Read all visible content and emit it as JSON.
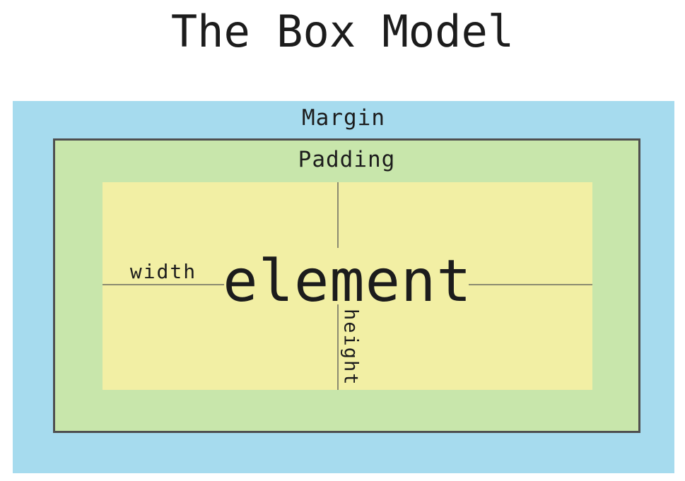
{
  "title": "The Box Model",
  "diagram": {
    "margin": {
      "label": "Margin"
    },
    "padding": {
      "label": "Padding"
    },
    "element": {
      "label": "element"
    },
    "width": {
      "label": "width"
    },
    "height": {
      "label": "height"
    }
  },
  "colors": {
    "page_bg": "#ffffff",
    "margin_bg": "#a6dbee",
    "padding_bg": "#c8e6ab",
    "element_bg": "#f2efa4",
    "padding_border": "#4f4f4f",
    "line": "#8b8b70",
    "text": "#1c1c1c"
  }
}
